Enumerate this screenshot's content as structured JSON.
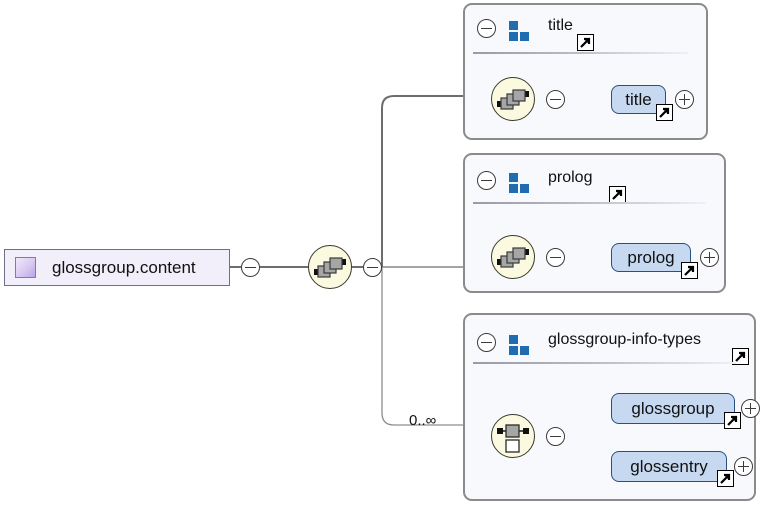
{
  "diagram": {
    "type": "xml-schema-content-model",
    "root": {
      "label": "glossgroup.content",
      "swatch_color": "#b9a3e6",
      "box_color": "#f2eefa"
    },
    "accent": {
      "group_icon_blue": "#1f6cb0",
      "element_fill": "#c6d9f1",
      "element_border": "#2b4f7e",
      "compositor_fill": "#fbfae0",
      "panel_fill": "#f7f9fd",
      "panel_border": "#8b8b8b"
    },
    "icons": {
      "collapse": "minus-circle-icon",
      "expand": "plus-circle-icon",
      "group": "blue-blocks-icon",
      "goto": "goto-definition-arrow-icon",
      "sequence": "sequence-compositor-icon",
      "choice": "choice-compositor-icon"
    },
    "groups": [
      {
        "name": "title",
        "compositor": "sequence",
        "elements": [
          {
            "label": "title",
            "cardinality": ""
          }
        ]
      },
      {
        "name": "prolog",
        "compositor": "sequence",
        "elements": [
          {
            "label": "prolog",
            "cardinality": ""
          }
        ]
      },
      {
        "name": "glossgroup-info-types",
        "compositor": "choice",
        "elements": [
          {
            "label": "glossgroup",
            "cardinality": ""
          },
          {
            "label": "glossentry",
            "cardinality": ""
          }
        ]
      }
    ],
    "branch_cardinality": "0..∞"
  }
}
